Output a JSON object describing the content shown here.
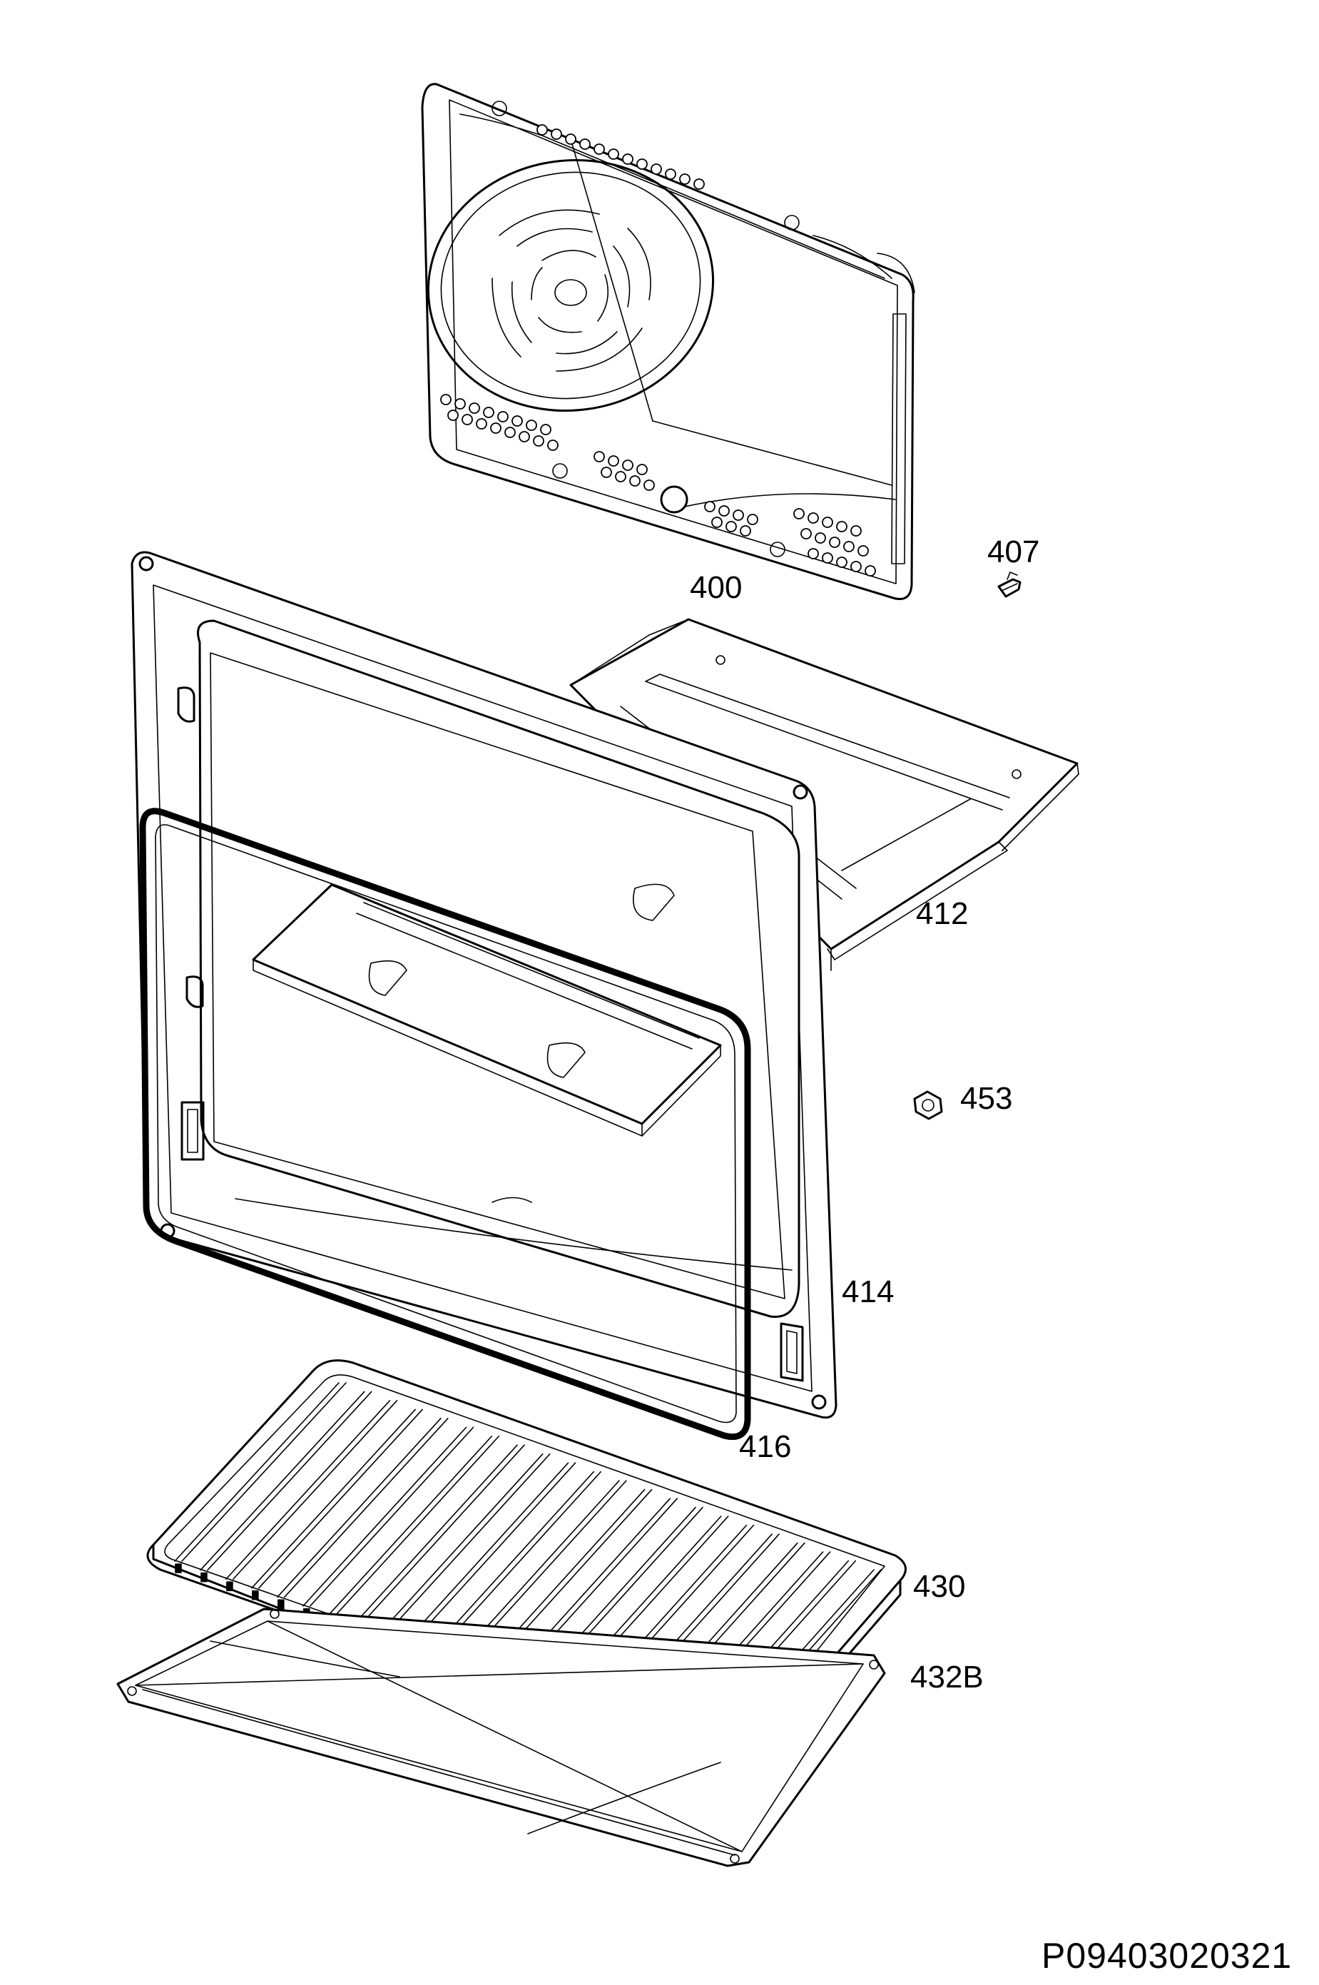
{
  "diagram": {
    "labels": {
      "back_panel": "400",
      "clip": "407",
      "top_shelf": "412",
      "door_frame": "414",
      "door_seal": "416",
      "grill_rack": "430",
      "baking_tray": "432B",
      "nut": "453"
    },
    "drawing_code": "P09403020321"
  }
}
